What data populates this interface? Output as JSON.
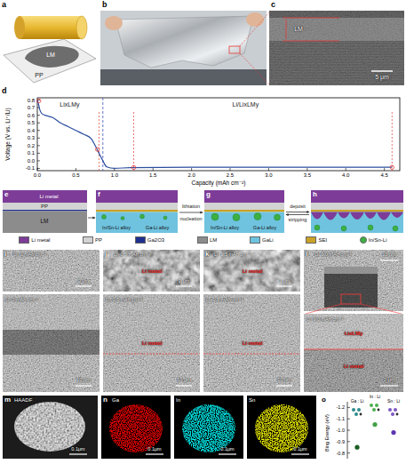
{
  "diagram": {
    "labels": [
      "a",
      "LM",
      "PP",
      "b",
      "c",
      "LM",
      "5 μm",
      "d",
      "Voltage (V vs. Li⁺/Li)",
      "0.8",
      "0.7",
      "0.6",
      "0.5",
      "0.4",
      "0.3",
      "0.2",
      "0.1",
      "0.0",
      "-0.1",
      "0.0",
      "0.5",
      "1.0",
      "1.5",
      "2.0",
      "2.5",
      "3.0",
      "3.5",
      "4.0",
      "4.5",
      "Capacity (mAh cm⁻²)",
      "LixLMy",
      "Li/LixLMy",
      "e",
      "Li metal",
      "PP",
      "LM",
      "f",
      "In/Sn-Li alloy",
      "Ga-Li alloy",
      "lithiation",
      "nucleation",
      "g",
      "In/Sn-Li alloy",
      "Ga-Li alloy",
      "deposit",
      "stripping",
      "h",
      "i",
      "Li: 0 mAh cm⁻²",
      "2 μm",
      "Li: 0 mAh cm⁻²",
      "10 μm",
      "j",
      "Li: 0.5 mAh cm⁻²",
      "Li metal",
      "2 μm",
      "Li: 0.5 mAh cm⁻²",
      "Li metal",
      "10 μm",
      "k",
      "Li: 1.5 mAh cm⁻²",
      "Li metal",
      "2 μm",
      "Li: 1.5 mAh cm⁻²",
      "Li metal",
      "10 μm",
      "l",
      "Li: 9.0 mAh cm⁻²",
      "10 μm",
      "Li: 9.0 mAh cm⁻²",
      "LixLMy",
      "Li metal",
      "2 μm",
      "m",
      "HAADF",
      "0.1μm",
      "n",
      "Ga",
      "0.1μm",
      "In",
      "0.1μm",
      "Sn",
      "0.1μm",
      "o",
      "Bing Energy (eV)",
      "-1.2",
      "-1.1",
      "-1.0",
      "-0.9",
      "-0.8",
      "Ga : Li",
      "In : Li",
      "Sn : Li"
    ],
    "legend": [
      {
        "text": "Li metal",
        "color": "#7d3c98"
      },
      {
        "text": "PP",
        "color": "#d3d3d3"
      },
      {
        "text": "Ga2O3",
        "color": "#1f2f8f"
      },
      {
        "text": "LM",
        "color": "#8c8c8c"
      },
      {
        "text": "GaLi",
        "color": "#6fc3df"
      },
      {
        "text": "SEI",
        "color": "#c9a227"
      },
      {
        "text": "In/Sn-Li",
        "color": "#3cb043"
      }
    ]
  }
}
